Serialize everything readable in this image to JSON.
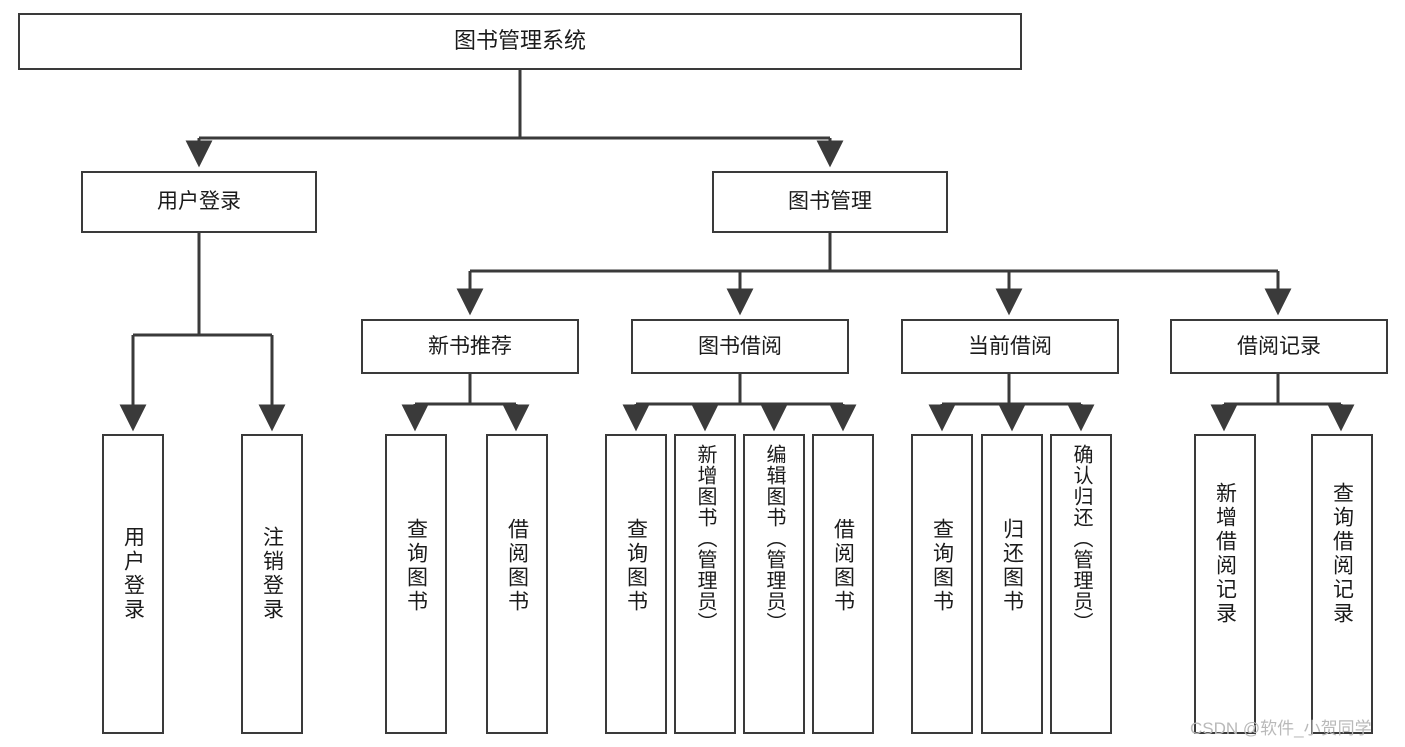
{
  "diagram": {
    "type": "tree",
    "title": "图书管理系统",
    "orientation": "top-down",
    "root": {
      "id": "root",
      "label": "图书管理系统"
    },
    "level1": [
      {
        "id": "login",
        "label": "用户登录"
      },
      {
        "id": "bookmgmt",
        "label": "图书管理"
      }
    ],
    "level2": [
      {
        "id": "newbook",
        "label": "新书推荐",
        "parent": "bookmgmt"
      },
      {
        "id": "borrow",
        "label": "图书借阅",
        "parent": "bookmgmt"
      },
      {
        "id": "current",
        "label": "当前借阅",
        "parent": "bookmgmt"
      },
      {
        "id": "record",
        "label": "借阅记录",
        "parent": "bookmgmt"
      }
    ],
    "leaves": [
      {
        "id": "leaf-user-login",
        "label": "用户登录",
        "parent": "login"
      },
      {
        "id": "leaf-user-logout",
        "label": "注销登录",
        "parent": "login"
      },
      {
        "id": "leaf-nb-query",
        "label": "查询图书",
        "parent": "newbook"
      },
      {
        "id": "leaf-nb-borrow",
        "label": "借阅图书",
        "parent": "newbook"
      },
      {
        "id": "leaf-bo-query",
        "label": "查询图书",
        "parent": "borrow"
      },
      {
        "id": "leaf-bo-add",
        "label": "新增图书（管理员）",
        "parent": "borrow"
      },
      {
        "id": "leaf-bo-edit",
        "label": "编辑图书（管理员）",
        "parent": "borrow"
      },
      {
        "id": "leaf-bo-borrow",
        "label": "借阅图书",
        "parent": "borrow"
      },
      {
        "id": "leaf-cu-query",
        "label": "查询图书",
        "parent": "current"
      },
      {
        "id": "leaf-cu-return",
        "label": "归还图书",
        "parent": "current"
      },
      {
        "id": "leaf-cu-confirm",
        "label": "确认归还（管理员）",
        "parent": "current"
      },
      {
        "id": "leaf-rc-add",
        "label": "新增借阅记录",
        "parent": "record"
      },
      {
        "id": "leaf-rc-query",
        "label": "查询借阅记录",
        "parent": "record"
      }
    ]
  },
  "watermark": {
    "text": "CSDN @软件_小贺同学"
  },
  "colors": {
    "background": "#ffffff",
    "box_fill": "#ffffff",
    "box_border": "#3a3a3a",
    "connector": "#3a3a3a",
    "text": "#1b1b1b",
    "watermark": "#b9b9b9"
  }
}
